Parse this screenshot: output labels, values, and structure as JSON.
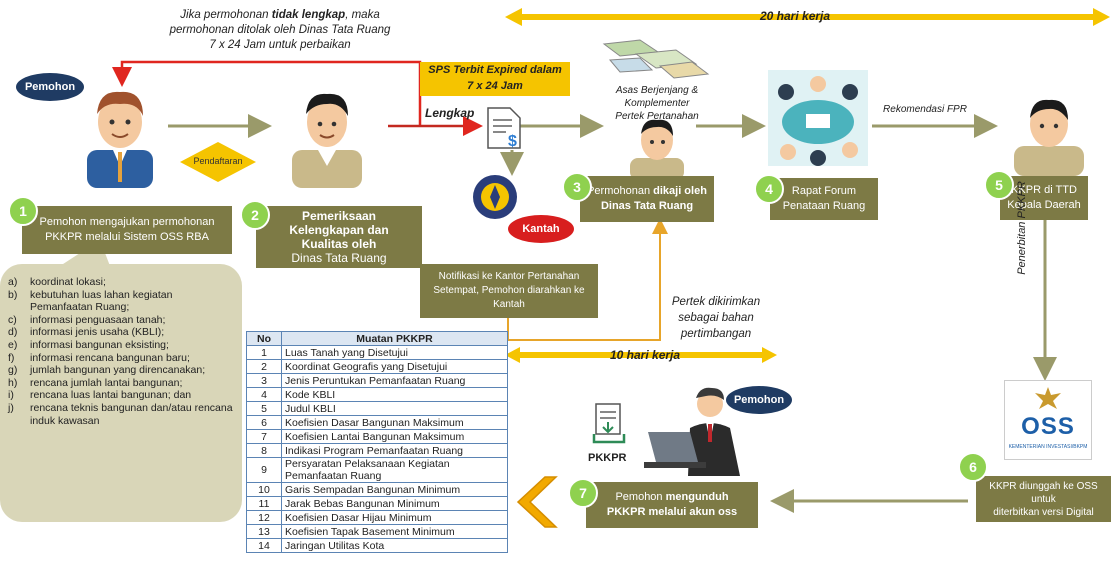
{
  "top_note": {
    "line1_pre": "Jika permohonan ",
    "line1_bold": "tidak lengkap",
    "line1_post": ", maka",
    "line2": "permohonan ditolak oleh Dinas Tata Ruang",
    "line3": "7 x 24 Jam untuk perbaikan"
  },
  "duration_20": "20 hari kerja",
  "duration_10": "10 hari kerja",
  "pemohon_top": "Pemohon",
  "pendaftaran": "Pendaftaran",
  "sps": {
    "line1": "SPS Terbit Expired  dalam",
    "line2": "7 x 24 Jam"
  },
  "lengkap": "Lengkap",
  "kantah": "Kantah",
  "asas": {
    "line1": "Asas Berjenjang & Komplementer",
    "line2": "Pertek Pertanahan"
  },
  "rekomendasi": "Rekomendasi FPR",
  "steps": [
    {
      "num": "1",
      "line1": "Pemohon mengajukan permohonan",
      "line2": "PKKPR melalui Sistem OSS RBA"
    },
    {
      "num": "2",
      "line1": "Pemeriksaan",
      "line2": "Kelengkapan dan",
      "line3": "Kualitas oleh",
      "line4": "Dinas Tata Ruang"
    },
    {
      "num": "3",
      "line1_pre": "Permohonan ",
      "line1_bold": "dikaji oleh",
      "line2": "Dinas Tata Ruang"
    },
    {
      "num": "4",
      "line1": "Rapat Forum",
      "line2": "Penataan Ruang"
    },
    {
      "num": "5",
      "line1": "KKPR di TTD",
      "line2": "Kepala Daerah"
    },
    {
      "num": "6",
      "line1": "KKPR diunggah ke OSS untuk",
      "line2": "diterbitkan versi Digital"
    },
    {
      "num": "7",
      "line1_pre": "Pemohon ",
      "line1_bold": "mengunduh",
      "line2": "PKKPR  melalui akun oss"
    }
  ],
  "notif": {
    "line1": "Notifikasi ke Kantor Pertanahan",
    "line2": "Setempat, Pemohon diarahkan ke",
    "line3": "Kantah"
  },
  "pertek": {
    "line1": "Pertek dikirimkan",
    "line2": "sebagai bahan",
    "line3": "pertimbangan"
  },
  "penerbitan": "Penerbitan PKKPR",
  "oss": {
    "logo": "OSS",
    "sub": "KEMENTERIAN INVESTASI/BKPM"
  },
  "pemohon_bottom": "Pemohon",
  "pkkpr_doc": "PKKPR",
  "requirements": [
    {
      "k": "a)",
      "t": "koordinat lokasi;"
    },
    {
      "k": "b)",
      "t": "kebutuhan luas lahan kegiatan Pemanfaatan Ruang;"
    },
    {
      "k": "c)",
      "t": "informasi penguasaan tanah;"
    },
    {
      "k": "d)",
      "t": "informasi jenis usaha (KBLI);"
    },
    {
      "k": "e)",
      "t": "informasi bangunan eksisting;"
    },
    {
      "k": "f)",
      "t": "informasi rencana bangunan baru;"
    },
    {
      "k": "g)",
      "t": "jumlah bangunan yang direncanakan;"
    },
    {
      "k": "h)",
      "t": "rencana jumlah lantai bangunan;"
    },
    {
      "k": "i)",
      "t": "rencana luas lantai bangunan; dan"
    },
    {
      "k": "j)",
      "t": "rencana teknis bangunan dan/atau rencana induk kawasan"
    }
  ],
  "table": {
    "headers": [
      "No",
      "Muatan PKKPR"
    ],
    "rows": [
      [
        "1",
        "Luas Tanah yang Disetujui"
      ],
      [
        "2",
        "Koordinat Geografis yang Disetujui"
      ],
      [
        "3",
        "Jenis Peruntukan Pemanfaatan Ruang"
      ],
      [
        "4",
        "Kode KBLI"
      ],
      [
        "5",
        "Judul KBLI"
      ],
      [
        "6",
        "Koefisien Dasar Bangunan Maksimum"
      ],
      [
        "7",
        "Koefisien Lantai Bangunan Maksimum"
      ],
      [
        "8",
        "Indikasi Program Pemanfaatan Ruang"
      ],
      [
        "9",
        "Persyaratan Pelaksanaan Kegiatan Pemanfaatan Ruang"
      ],
      [
        "10",
        "Garis Sempadan Bangunan Minimum"
      ],
      [
        "11",
        "Jarak Bebas Bangunan Minimum"
      ],
      [
        "12",
        "Koefisien Dasar Hijau Minimum"
      ],
      [
        "13",
        "Koefisien Tapak Basement Minimum"
      ],
      [
        "14",
        "Jaringan Utilitas Kota"
      ]
    ]
  },
  "colors": {
    "box": "#7d7a45",
    "circle": "#8fd14f",
    "arrow": "#9a9a6a",
    "yellow": "#f5c400",
    "red": "#e0261f",
    "navy": "#1f3b63"
  }
}
